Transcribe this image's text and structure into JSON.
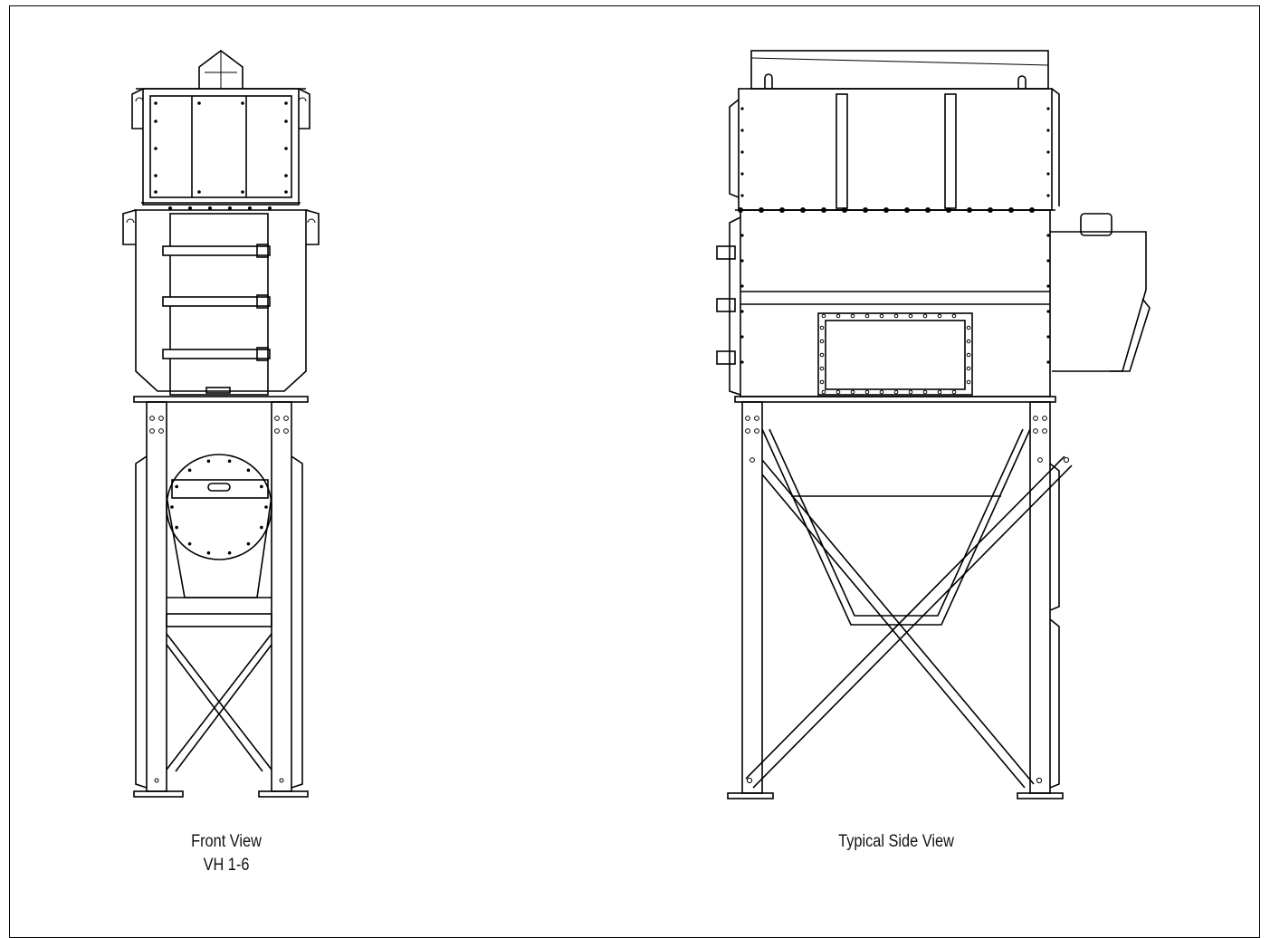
{
  "captions": {
    "front_line1": "Front View",
    "front_line2": "VH 1-6",
    "side": "Typical Side View"
  },
  "colors": {
    "line": "#000000",
    "background": "#ffffff"
  }
}
